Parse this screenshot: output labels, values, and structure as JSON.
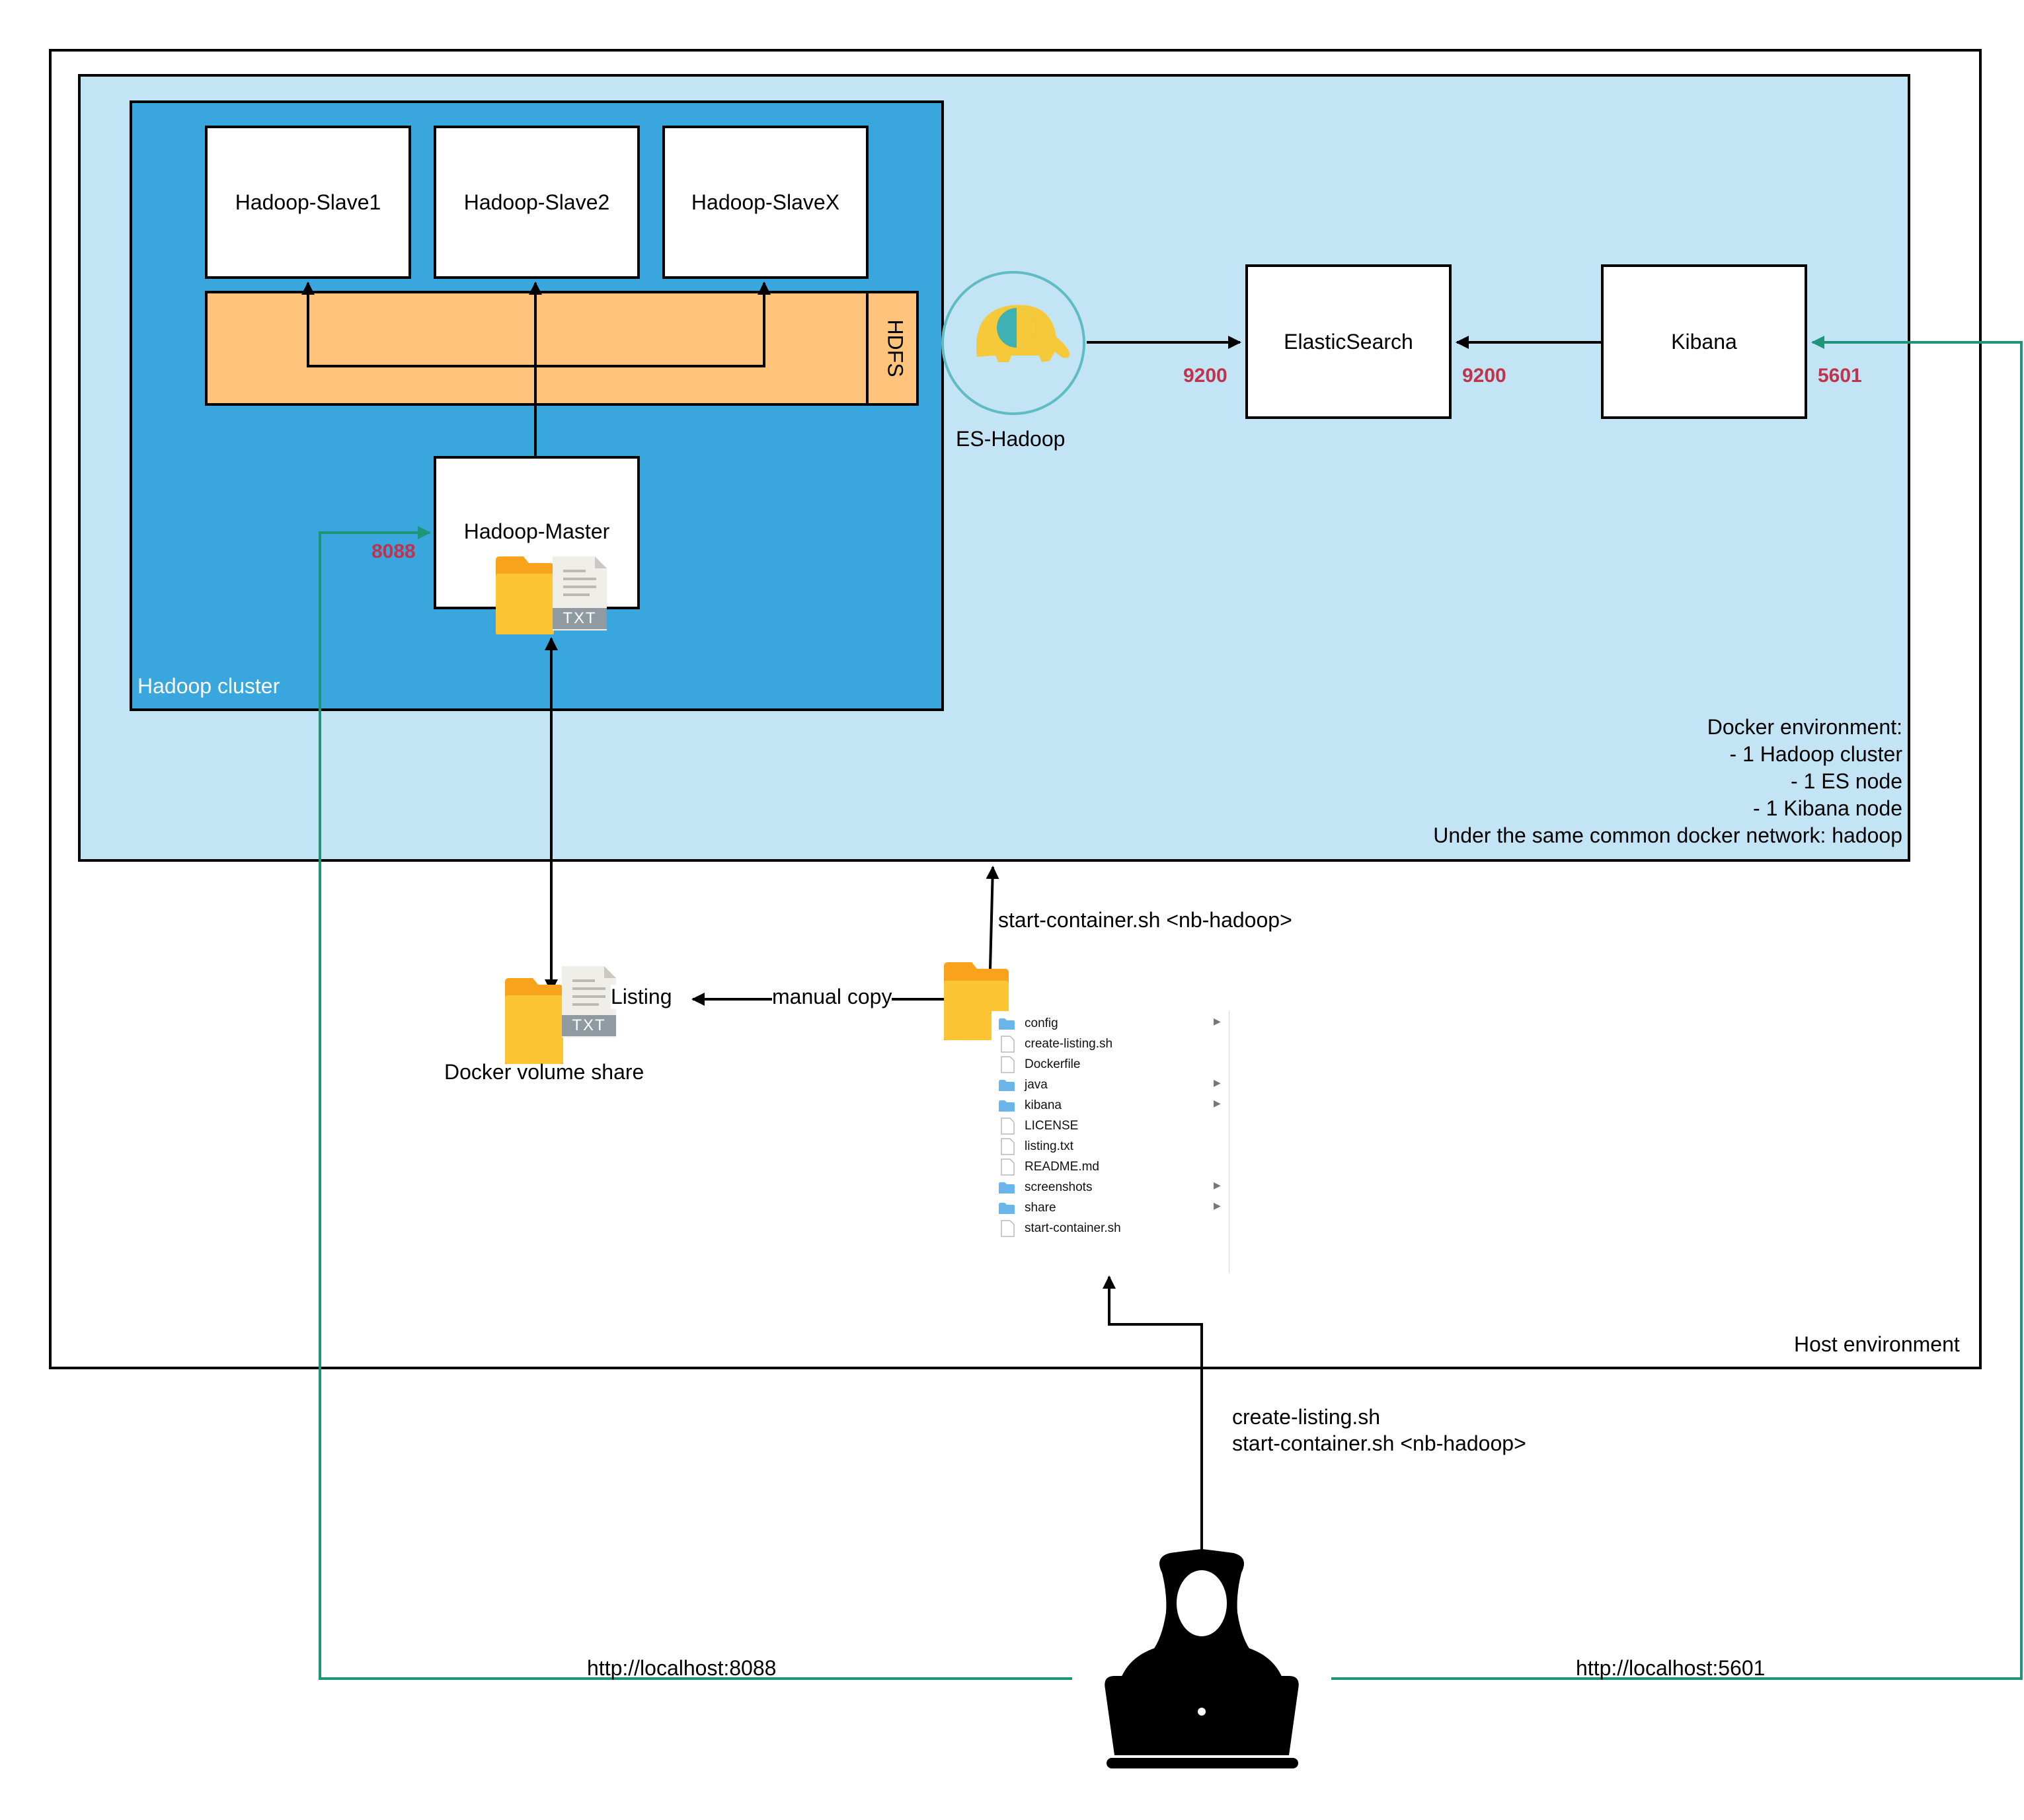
{
  "host": {
    "label": "Host environment"
  },
  "docker": {
    "notes": [
      "Docker environment:",
      "- 1 Hadoop cluster",
      "- 1 ES node",
      "- 1 Kibana node",
      "Under the same common docker network: hadoop"
    ]
  },
  "hadoop_cluster": {
    "label": "Hadoop cluster",
    "slaves": [
      "Hadoop-Slave1",
      "Hadoop-Slave2",
      "Hadoop-SlaveX"
    ],
    "hdfs_label": "HDFS",
    "master": "Hadoop-Master",
    "master_port": "8088"
  },
  "es_hadoop": {
    "label": "ES-Hadoop"
  },
  "elasticsearch": {
    "label": "ElasticSearch",
    "port_left": "9200",
    "port_right": "9200"
  },
  "kibana": {
    "label": "Kibana",
    "port": "5601"
  },
  "txt_badge": "TXT",
  "volume": {
    "label": "Docker volume share",
    "listing": "Listing"
  },
  "manual_copy": "manual copy",
  "start_container_cmd": "start-container.sh <nb-hadoop>",
  "user_commands": [
    "create-listing.sh",
    "start-container.sh <nb-hadoop>"
  ],
  "urls": {
    "hadoop": "http://localhost:8088",
    "kibana": "http://localhost:5601"
  },
  "file_list": [
    {
      "name": "config",
      "type": "folder",
      "expandable": true
    },
    {
      "name": "create-listing.sh",
      "type": "file",
      "expandable": false
    },
    {
      "name": "Dockerfile",
      "type": "file",
      "expandable": false
    },
    {
      "name": "java",
      "type": "folder",
      "expandable": true
    },
    {
      "name": "kibana",
      "type": "folder",
      "expandable": true
    },
    {
      "name": "LICENSE",
      "type": "file",
      "expandable": false
    },
    {
      "name": "listing.txt",
      "type": "file",
      "expandable": false
    },
    {
      "name": "README.md",
      "type": "file",
      "expandable": false
    },
    {
      "name": "screenshots",
      "type": "folder",
      "expandable": true
    },
    {
      "name": "share",
      "type": "folder",
      "expandable": true
    },
    {
      "name": "start-container.sh",
      "type": "file",
      "expandable": false
    }
  ],
  "colors": {
    "docker_bg": "#c2e4f5",
    "cluster_bg": "#3aa6de",
    "hdfs_bg": "#fec47b",
    "port_red": "#c0334b",
    "url_green": "#1f9478",
    "folder_orange": "#f9a21b",
    "folder_yellow": "#fdc534"
  }
}
